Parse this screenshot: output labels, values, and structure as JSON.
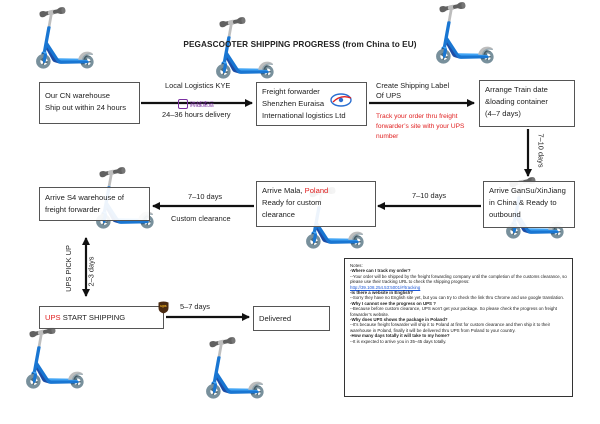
{
  "title": "PEGASCOOTER SHIPPING PROGRESS (from China to EU)",
  "boxes": {
    "cn_warehouse": {
      "line1": "Our CN warehouse",
      "line2": "Ship out within 24 hours"
    },
    "freight_forwarder": {
      "line1": "Freight forwarder",
      "line2": "Shenzhen Euraisa",
      "line3": "International logistics Ltd"
    },
    "train": {
      "line1": "Arrange Train date",
      "line2": "&loading container",
      "line3": "(4–7 days)"
    },
    "gansu": {
      "line1": "Arrive GanSu/XinJiang",
      "line2": "in China & Ready to",
      "line3": "outbound"
    },
    "mala": {
      "line1_prefix": "Arrive Mala, ",
      "line1_highlight": "Poland",
      "line2": "Ready for custom",
      "line3": "clearance"
    },
    "s4": {
      "line1": "Arrive S4 warehouse of",
      "line2": "freight forwarder"
    },
    "ups_start": {
      "highlight": "UPS",
      "rest": " START SHIPPING"
    },
    "delivered": {
      "label": "Delivered"
    }
  },
  "edges": {
    "local_logistics": "Local Logistics KYE",
    "kye_logo_text": "跨越速运",
    "delivery_time": "24–36 hours delivery",
    "create_label_1": "Create Shipping Label",
    "create_label_2": "Of UPS",
    "track_note_1": "Track your order thru freight",
    "track_note_2": "forwarder’s site with your UPS",
    "track_note_3": "number",
    "days_710_right": "7–10 days",
    "days_710_mid": "7–10 days",
    "days_710_left": "7–10 days",
    "custom_clearance": "Custom clearance",
    "ups_pick_up": "UPS PICK UP",
    "days_23": "2–3 days",
    "days_57": "5–7 days",
    "ups_logo_text": "ups"
  },
  "notes": {
    "heading": "Notes:",
    "items": [
      {
        "q": "-Where can I track my order?",
        "a": "--Your order will be shipped by the freight forwarding company until the completion of the customs clearance, so please use their tracking URL to check the shipping progress:"
      },
      {
        "q": "-Is there a website in English?",
        "a": "--Sorry they have no English site yet, but you can try to check the link thru Chrome and use google translation."
      },
      {
        "q": "-Why I cannot see the progress on UPS ?",
        "a": "--Because before custom clearance, UPS won’t get your package. So please check the progress on freight forwarder’s website."
      },
      {
        "q": "-Why does UPS shows the package in Poland?",
        "a": "--It’s because freight forwarder will ship it to Poland at first for custom clearance and then ship it to their warehouse in Poland, finally it will be delivered thru UPS from Poland to your country."
      },
      {
        "q": "-How many days totally it will take to my home?",
        "a": "--It is expected to arrive you in 35–45 days totally."
      }
    ],
    "tracking_link": "http://39.108.254.53:5001/#/tracking"
  },
  "colors": {
    "highlight": "#e02020",
    "border": "#555555",
    "arrow": "#111111",
    "link": "#1a56d6",
    "ups_brown": "#4a2b12",
    "ups_gold": "#f3b31b"
  }
}
